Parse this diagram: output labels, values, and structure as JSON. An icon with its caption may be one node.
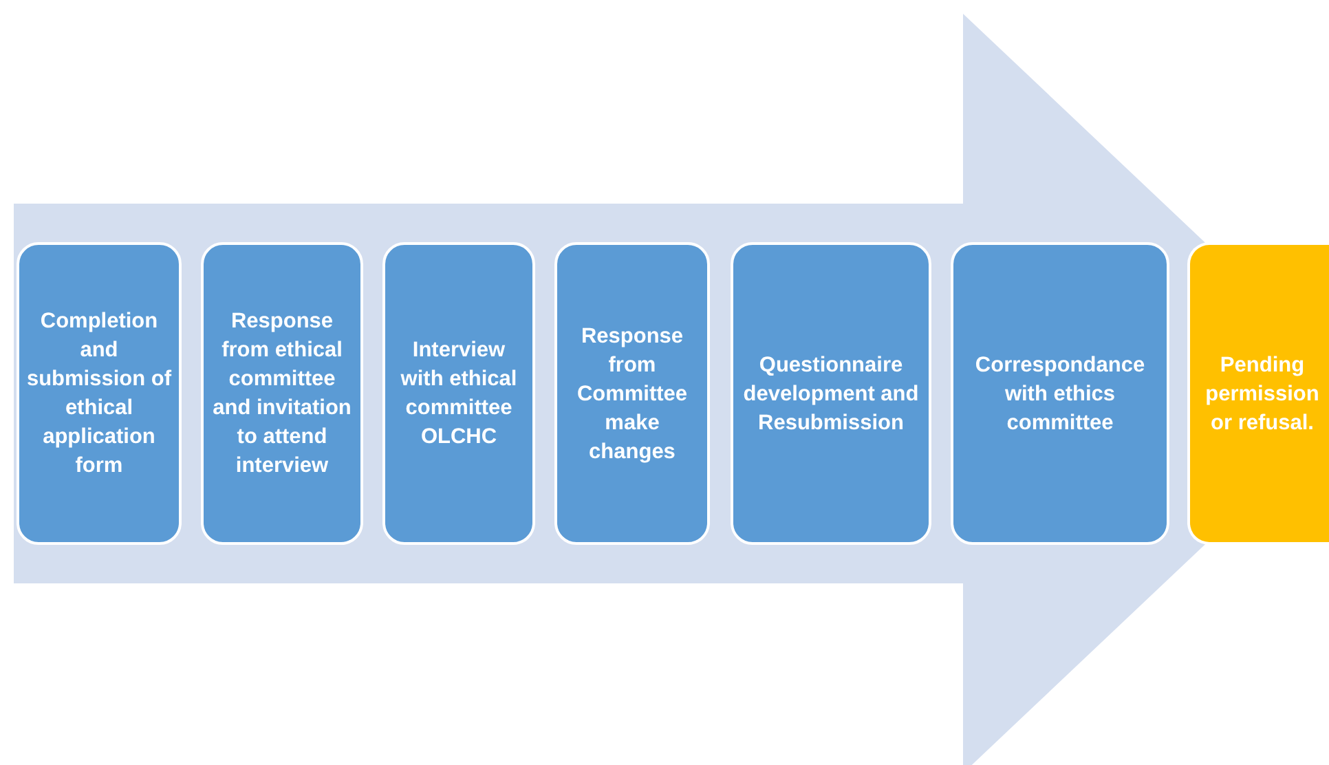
{
  "diagram": {
    "nodes": [
      {
        "text": [
          "Completion and submission of ethical application form"
        ]
      },
      {
        "text": [
          "Response from ethical committee and invitation to attend interview"
        ]
      },
      {
        "text": [
          "Interview with ethical committee OLCHC"
        ]
      },
      {
        "text": [
          "Response from Committee make changes"
        ]
      },
      {
        "text": [
          "Questionnaire development and Resubmission"
        ]
      },
      {
        "text": [
          "Correspondance with ethics committee"
        ]
      },
      {
        "text": [
          "Pending permission or refusal."
        ]
      }
    ],
    "edges": [
      {
        "from": 0,
        "to": 6,
        "arrow": "to"
      }
    ]
  }
}
